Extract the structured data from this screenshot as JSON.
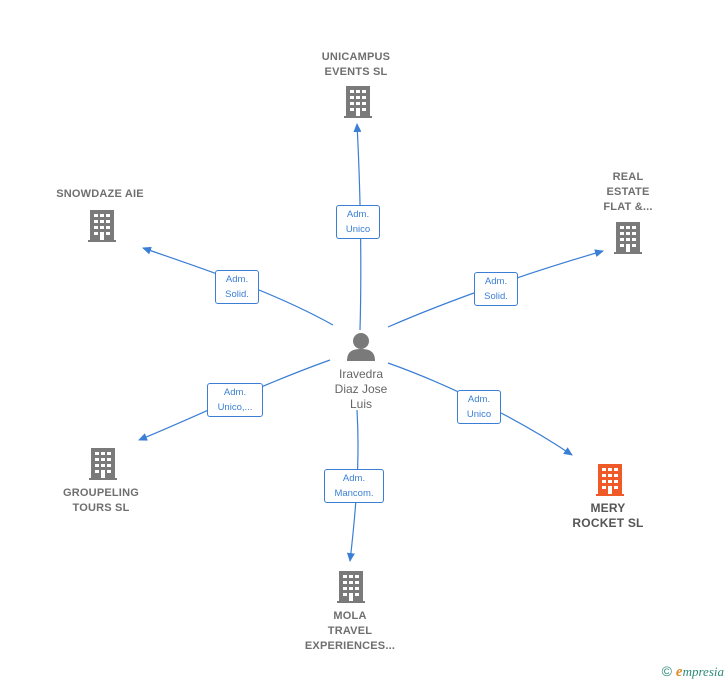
{
  "colors": {
    "edge": "#3a7fd5",
    "building": "#7a7a7a",
    "building_highlight": "#f05a28",
    "person": "#7a7a7a"
  },
  "center": {
    "name": "Iravedra\nDiaz Jose\nLuis",
    "icon": "person-icon"
  },
  "nodes": [
    {
      "id": "unicampus",
      "name": "UNICAMPUS\nEVENTS SL",
      "icon": "building-icon",
      "highlight": false
    },
    {
      "id": "snowdaze",
      "name": "SNOWDAZE AIE",
      "icon": "building-icon",
      "highlight": false
    },
    {
      "id": "real-estate",
      "name": "REAL\nESTATE\nFLAT &...",
      "icon": "building-icon",
      "highlight": false
    },
    {
      "id": "groupeling",
      "name": "GROUPELING\nTOURS  SL",
      "icon": "building-icon",
      "highlight": false
    },
    {
      "id": "mola",
      "name": "MOLA\nTRAVEL\nEXPERIENCES...",
      "icon": "building-icon",
      "highlight": false
    },
    {
      "id": "mery-rocket",
      "name": "MERY\nROCKET  SL",
      "icon": "building-icon",
      "highlight": true
    }
  ],
  "edges": [
    {
      "target": "unicampus",
      "label": "Adm.\nUnico"
    },
    {
      "target": "snowdaze",
      "label": "Adm.\nSolid."
    },
    {
      "target": "real-estate",
      "label": "Adm.\nSolid."
    },
    {
      "target": "groupeling",
      "label": "Adm.\nUnico,..."
    },
    {
      "target": "mola",
      "label": "Adm.\nMancom."
    },
    {
      "target": "mery-rocket",
      "label": "Adm.\nUnico"
    }
  ],
  "footer": {
    "copyright_symbol": "©",
    "brand_initial": "e",
    "brand_rest": "mpresia"
  }
}
